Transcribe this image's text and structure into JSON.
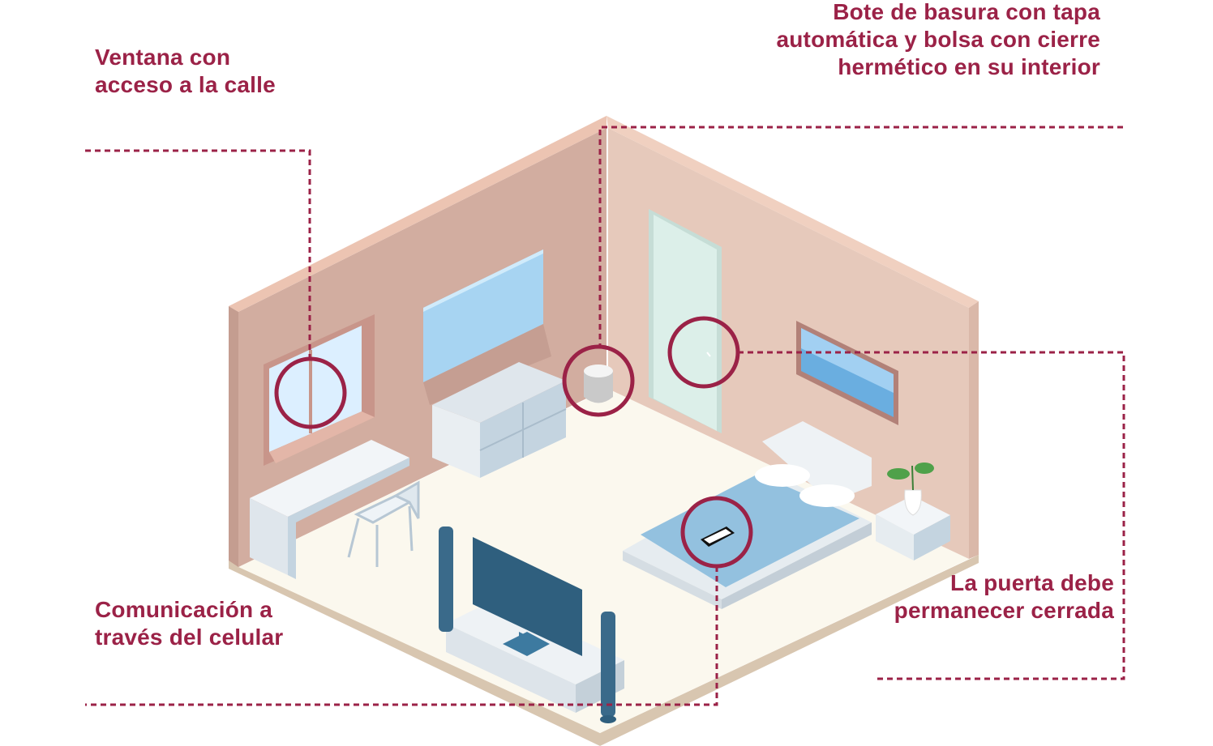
{
  "colors": {
    "accent": "#9b2247"
  },
  "callouts": {
    "window": {
      "lines": [
        "Ventana con",
        "acceso a la calle"
      ],
      "icon": "window"
    },
    "trash": {
      "lines": [
        "Bote de basura con tapa",
        "automática y bolsa con cierre",
        "hermético en su interior"
      ],
      "icon": "trash-bin"
    },
    "phone": {
      "lines": [
        "Comunicación a",
        "través del celular"
      ],
      "icon": "cellphone"
    },
    "door": {
      "lines": [
        "La puerta debe",
        "permanecer cerrada"
      ],
      "icon": "door"
    }
  }
}
